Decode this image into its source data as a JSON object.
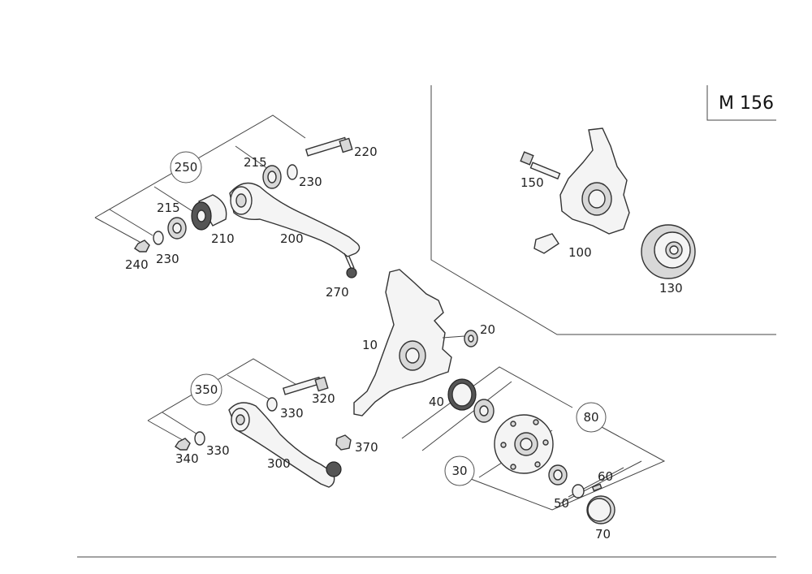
{
  "model_code": "M 156",
  "callouts": {
    "c250": "250",
    "c350": "350",
    "c80": "80",
    "c30": "30"
  },
  "labels": {
    "l220": "220",
    "l215a": "215",
    "l230a": "230",
    "l215b": "215",
    "l210": "210",
    "l200": "200",
    "l240": "240",
    "l230b": "230",
    "l270": "270",
    "l150": "150",
    "l100": "100",
    "l130": "130",
    "l20": "20",
    "l10": "10",
    "l320": "320",
    "l330a": "330",
    "l330b": "330",
    "l340": "340",
    "l300": "300",
    "l370": "370",
    "l40": "40",
    "l60": "60",
    "l50": "50",
    "l70": "70"
  }
}
